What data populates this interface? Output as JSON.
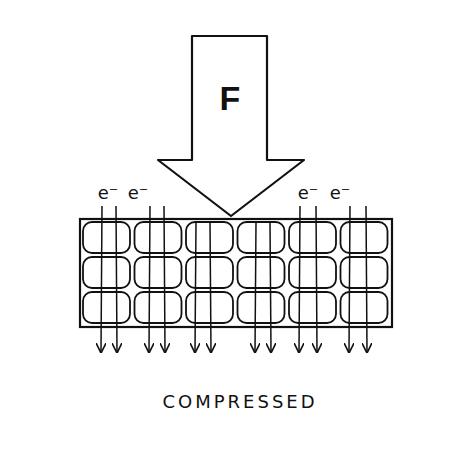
{
  "diagram": {
    "caption": "COMPRESSED",
    "nodes": [
      {
        "text": [
          "F"
        ]
      }
    ],
    "labels": [
      "e⁻",
      "e⁻",
      "e⁻",
      "e⁻"
    ]
  }
}
